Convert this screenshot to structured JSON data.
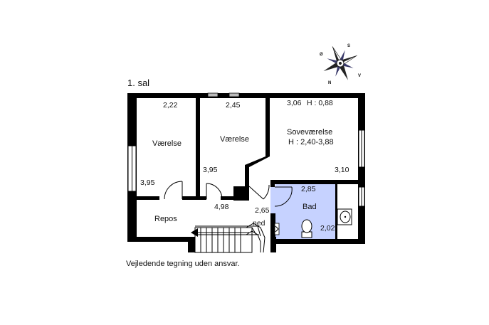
{
  "floor_label": "1. sal",
  "disclaimer": "Vejledende tegning uden ansvar.",
  "compass": {
    "n": "N",
    "s": "S",
    "o": "Ø",
    "v": "V"
  },
  "rooms": {
    "vaerelse_left": {
      "name": "Værelse",
      "width": "2,22",
      "depth": "3,95"
    },
    "vaerelse_mid": {
      "name": "Værelse",
      "width": "2,45",
      "depth": "3,95"
    },
    "sovevaerelse": {
      "name": "Soveværelse",
      "height_note": "H : 2,40-3,88",
      "width": "3,06",
      "height_top": "H : 0,88",
      "depth": "3,10"
    },
    "bad": {
      "name": "Bad",
      "width": "2,85",
      "depth": "2,02"
    },
    "repos": {
      "name": "Repos",
      "width": "4,98",
      "depth": "2,65"
    }
  },
  "stairs_label": "ned",
  "colors": {
    "bath_fill": "#c6d2ff",
    "wall": "#000000"
  }
}
